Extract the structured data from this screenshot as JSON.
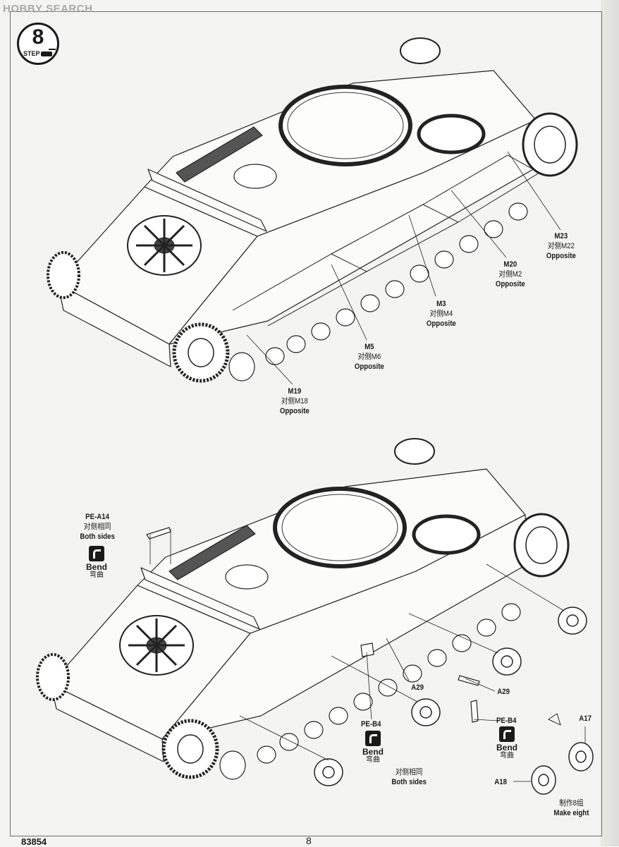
{
  "watermark": "HOBBY SEARCH",
  "step": {
    "word": "STEP",
    "number": "8"
  },
  "upper_callouts": {
    "m23": {
      "part": "M23",
      "cn": "对侧M22",
      "en": "Opposite"
    },
    "m20": {
      "part": "M20",
      "cn": "对侧M2",
      "en": "Opposite"
    },
    "m3": {
      "part": "M3",
      "cn": "对侧M4",
      "en": "Opposite"
    },
    "m5": {
      "part": "M5",
      "cn": "对侧M6",
      "en": "Opposite"
    },
    "m19": {
      "part": "M19",
      "cn": "对侧M18",
      "en": "Opposite"
    }
  },
  "lower_callouts": {
    "pea14": {
      "part": "PE-A14",
      "cn": "对侧相同",
      "en": "Both sides"
    },
    "a29_left": "A29",
    "a29_right": "A29",
    "peb4_left": "PE-B4",
    "peb4_right": "PE-B4",
    "both_sides": {
      "cn": "对侧相同",
      "en": "Both sides"
    },
    "a17": "A17",
    "a18": "A18",
    "make_eight": {
      "cn": "制作8组",
      "en": "Make eight"
    }
  },
  "bend": {
    "en": "Bend",
    "cn": "弯曲"
  },
  "footer": {
    "code": "83854",
    "page": "8"
  }
}
